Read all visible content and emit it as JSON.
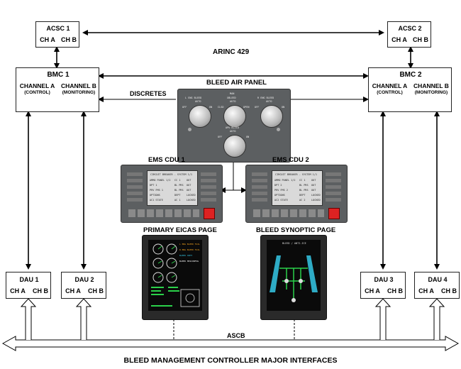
{
  "title": "BLEED MANAGEMENT CONTROLLER MAJOR INTERFACES",
  "acsc1": {
    "name": "ACSC 1",
    "ch_a": "CH A",
    "ch_b": "CH B"
  },
  "acsc2": {
    "name": "ACSC 2",
    "ch_a": "CH A",
    "ch_b": "CH B"
  },
  "bus_label": "ARINC 429",
  "bmc1": {
    "name": "BMC 1",
    "ch_a": "CHANNEL A",
    "ch_a_sub": "(CONTROL)",
    "ch_b": "CHANNEL B",
    "ch_b_sub": "(MONITORING)"
  },
  "bmc2": {
    "name": "BMC 2",
    "ch_a": "CHANNEL A",
    "ch_a_sub": "(CONTROL)",
    "ch_b": "CHANNEL B",
    "ch_b_sub": "(MONITORING)"
  },
  "discretes_label": "DISCRETES",
  "bleed_air_panel": {
    "title": "BLEED AIR PANEL",
    "knobs": [
      {
        "top": "L ENG BLEED",
        "sub": "AUTO",
        "left": "OFF",
        "right": "ON"
      },
      {
        "top": "XBLEED",
        "sub": "AUTO",
        "left": "CLSD",
        "right": "OPEN",
        "above": "MAN"
      },
      {
        "top": "R ENG BLEED",
        "sub": "AUTO",
        "left": "OFF",
        "right": "ON"
      },
      {
        "top": "APU BLEED",
        "sub": "AUTO",
        "left": "OFF",
        "right": "ON"
      }
    ]
  },
  "ems_cdu1": {
    "title": "EMS CDU 1",
    "screen_header": "CIRCUIT BREAKER - SYSTEM  1/1",
    "rows": [
      [
        "AMMO PANEL 1/2",
        "CC 1",
        "OUT"
      ],
      [
        "DPT 1",
        "BL PRS",
        "OUT"
      ],
      [
        "PRV FMS 1",
        "BL PRS",
        "OUT"
      ],
      [
        "OPTIONS",
        "DEPT",
        "LOCKED"
      ],
      [
        "AC1 STATE",
        "AC 1",
        "LOCKED"
      ]
    ]
  },
  "ems_cdu2": {
    "title": "EMS CDU 2",
    "screen_header": "CIRCUIT BREAKER - SYSTEM  1/1",
    "rows": [
      [
        "AMMO PANEL 1/2",
        "CC 1",
        "OUT"
      ],
      [
        "DPT 2",
        "BL PRS",
        "OUT"
      ],
      [
        "PRV FMS 2",
        "BL PRS",
        "OUT"
      ],
      [
        "OPTIONS",
        "DEPT",
        "LOCKED"
      ],
      [
        "AC2 STATE",
        "AC 2",
        "LOCKED"
      ]
    ]
  },
  "eicas": {
    "title": "PRIMARY EICAS PAGE",
    "messages": [
      "L ENG BLEED FAIL",
      "R ENG BLEED FAIL",
      "BLEED OVHT",
      "BLEED MISCONFIG"
    ]
  },
  "synoptic": {
    "title": "BLEED SYNOPTIC PAGE",
    "header": "BLEED / ANTI-ICE"
  },
  "dau1": {
    "name": "DAU 1",
    "ch_a": "CH A",
    "ch_b": "CH B"
  },
  "dau2": {
    "name": "DAU 2",
    "ch_a": "CH A",
    "ch_b": "CH B"
  },
  "dau3": {
    "name": "DAU 3",
    "ch_a": "CH A",
    "ch_b": "CH B"
  },
  "dau4": {
    "name": "DAU 4",
    "ch_a": "CH A",
    "ch_b": "CH B"
  },
  "ascb_label": "ASCB",
  "colors": {
    "line": "#000000",
    "panel": "#5c5f61",
    "eicas_green": "#2bd14a",
    "eicas_cyan": "#35c8e6",
    "eicas_amber": "#f2a11e"
  }
}
